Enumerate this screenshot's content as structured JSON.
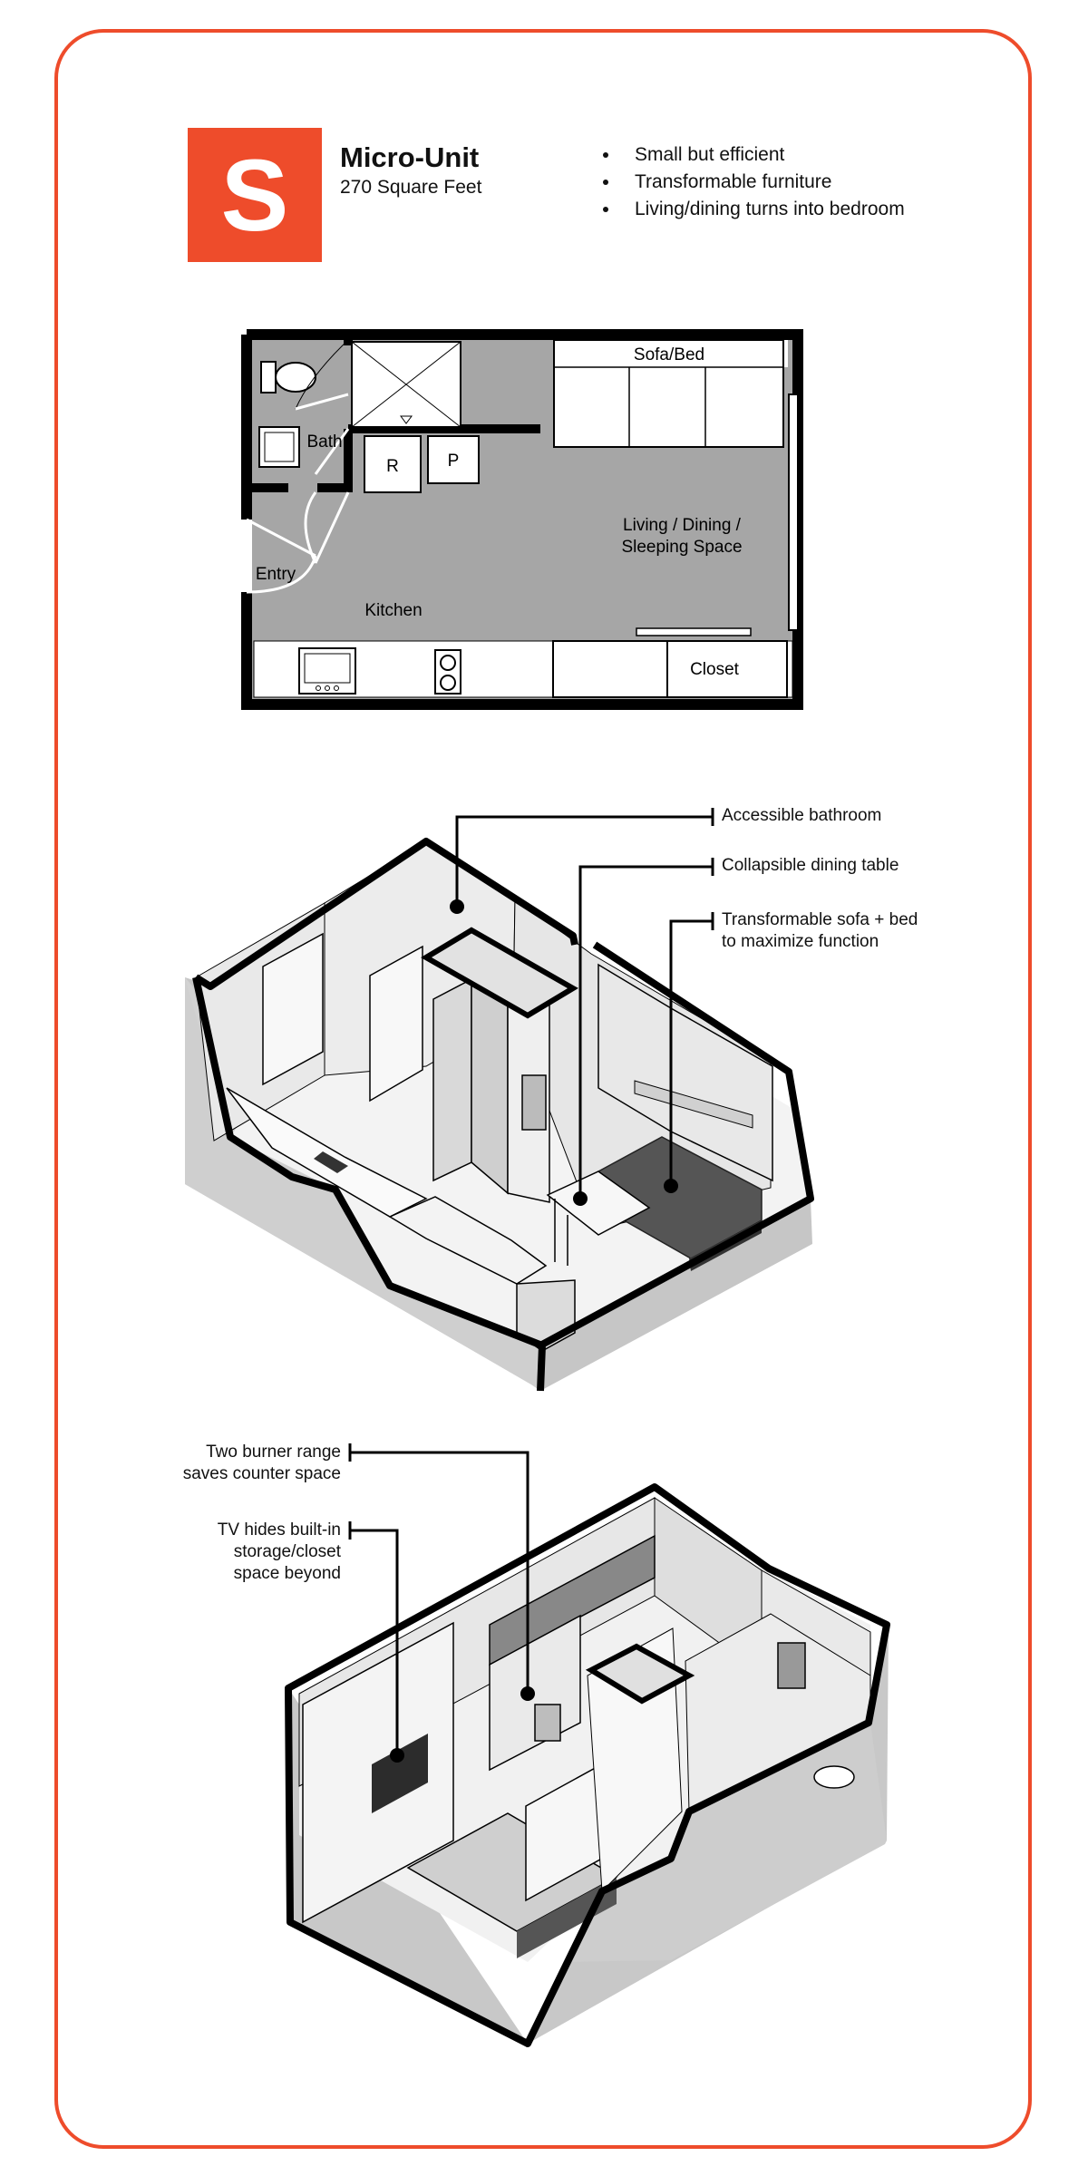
{
  "header": {
    "badge_letter": "S",
    "title": "Micro-Unit",
    "subtitle": "270 Square Feet",
    "bullets": [
      "Small but efficient",
      "Transformable furniture",
      "Living/dining turns into bedroom"
    ]
  },
  "floor_plan": {
    "labels": {
      "sofa_bed": "Sofa/Bed",
      "bath": "Bath",
      "refrigerator": "R",
      "pantry": "P",
      "living": "Living / Dining /",
      "living2": "Sleeping Space",
      "entry": "Entry",
      "kitchen": "Kitchen",
      "closet": "Closet"
    }
  },
  "iso_view_1": {
    "callouts": [
      "Accessible bathroom",
      "Collapsible dining table",
      "Transformable sofa + bed\nto maximize function"
    ]
  },
  "iso_view_2": {
    "callouts": [
      "Two burner range\nsaves counter space",
      "TV hides built-in\nstorage/closet\nspace beyond"
    ]
  },
  "colors": {
    "accent": "#ee4c2b",
    "floor_gray": "#a6a6a6",
    "wall": "#000000"
  }
}
